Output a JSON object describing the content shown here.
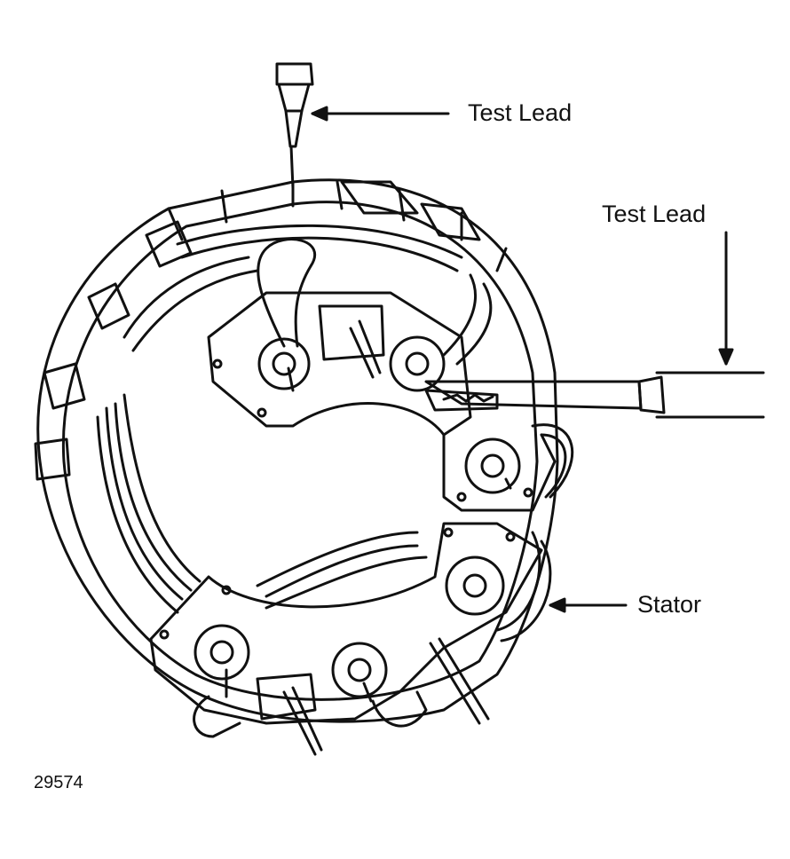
{
  "labels": {
    "test_lead_top": "Test Lead",
    "test_lead_right": "Test Lead",
    "stator": "Stator"
  },
  "figure_number": "29574",
  "colors": {
    "ink": "#111111",
    "paper": "#ffffff"
  }
}
